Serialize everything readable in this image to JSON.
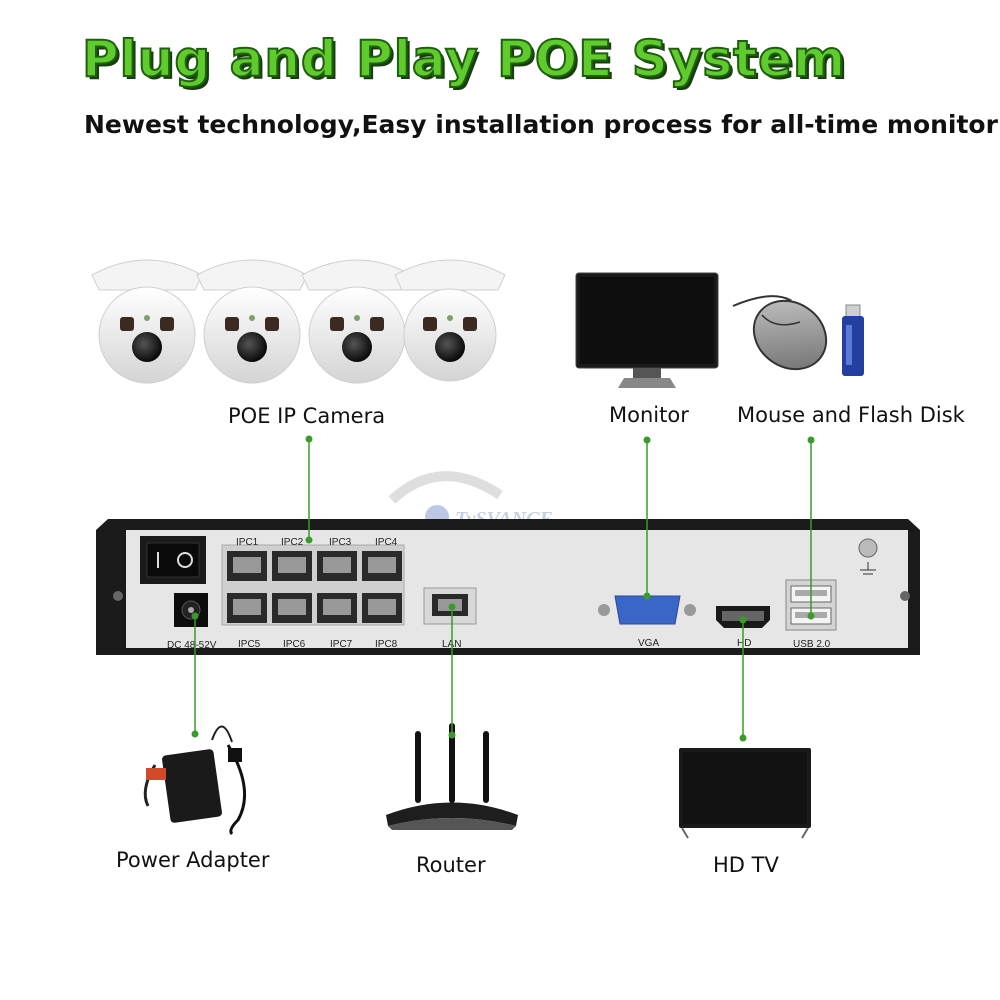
{
  "header": {
    "title": "Plug and Play POE System",
    "subtitle": "Newest technology,Easy installation process for all-time monitoring"
  },
  "labels": {
    "cameras": "POE IP Camera",
    "monitor": "Monitor",
    "mouse_flash": "Mouse and Flash Disk",
    "power_adapter": "Power  Adapter",
    "router": "Router",
    "hdtv": "HD TV"
  },
  "nvr": {
    "ports_top": [
      "IPC1",
      "IPC2",
      "IPC3",
      "IPC4"
    ],
    "ports_bottom": [
      "IPC5",
      "IPC6",
      "IPC7",
      "IPC8"
    ],
    "dc_label": "DC 48-52V",
    "lan_label": "LAN",
    "vga_label": "VGA",
    "hd_label": "HD",
    "usb_label": "USB 2.0",
    "watermark": "TySVANCE"
  },
  "colors": {
    "title_green": "#5fcb2c",
    "line_green": "#3a9a2a"
  },
  "icons": [
    "dome-camera-icon",
    "monitor-icon",
    "mouse-icon",
    "flash-disk-icon",
    "power-adapter-icon",
    "router-icon",
    "hdtv-icon",
    "power-switch-icon",
    "ground-icon"
  ]
}
